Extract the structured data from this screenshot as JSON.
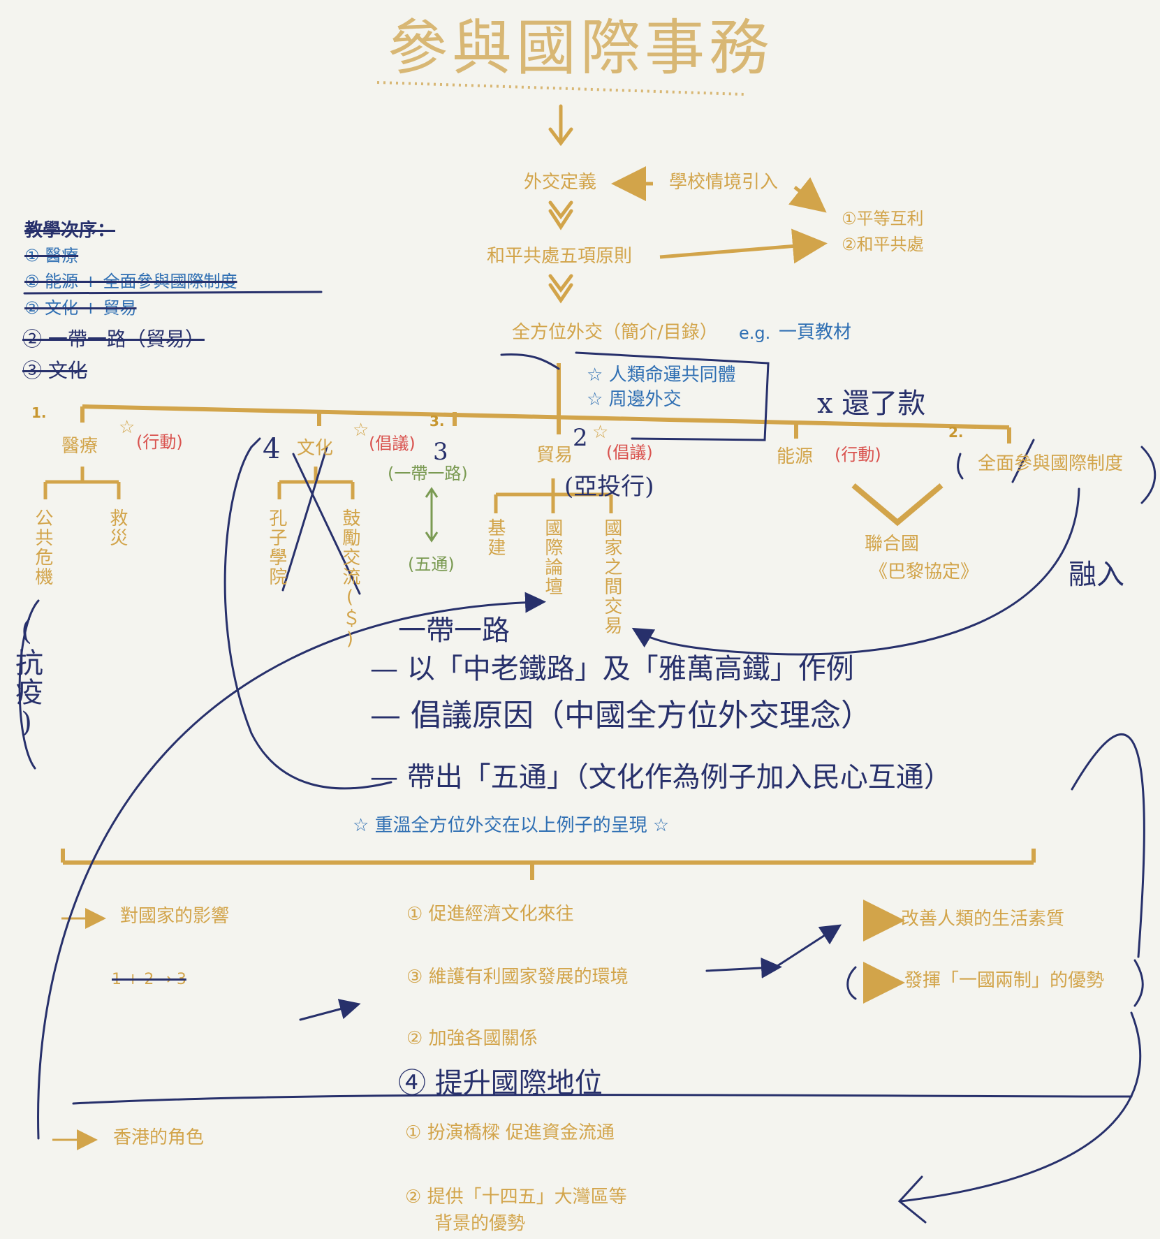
{
  "title": "參與國際事務",
  "nodes": {
    "diplomacy_def": "外交定義",
    "school_context": "學校情境引入",
    "principle_1": "①平等互利",
    "principle_2": "②和平共處",
    "five_principles": "和平共處五項原則",
    "omni_diplomacy": "全方位外交（簡介/目錄）",
    "eg_prefix": "e.g.",
    "eg_note": "一頁教材",
    "star_1": "☆ 人類命運共同體",
    "star_2": "☆ 周邊外交"
  },
  "sequence": {
    "heading": "教學次序：",
    "items": [
      "① 醫療",
      "② 能源 + 全面參與國際制度",
      "② 文化 + 貿易",
      "② 一帶一路（貿易）",
      "③ 文化"
    ]
  },
  "branches": {
    "medical": {
      "num": "1.",
      "label": "醫療",
      "tag": "(行動)",
      "children": [
        "公共危機",
        "救災"
      ],
      "hand": "(抗疫)"
    },
    "culture": {
      "label": "文化",
      "tag": "(倡議)",
      "children": [
        "孔子學院",
        "鼓勵交流(＄)"
      ],
      "hand_num": "4"
    },
    "belt_road": {
      "num": "3.",
      "label": "(一帶一路)",
      "hand_num": "3",
      "sub": "(五通)"
    },
    "trade": {
      "label": "貿易",
      "tag": "(倡議)",
      "hand_num": "2",
      "hand_note": "(亞投行)",
      "children": [
        "基建",
        "國際論壇",
        "國家之間交易"
      ]
    },
    "energy": {
      "label": "能源",
      "tag": "(行動)",
      "items": [
        "聯合國",
        "《巴黎協定》"
      ],
      "hand_note": "x 還了款"
    },
    "intl_system": {
      "num": "2.",
      "label": "全面參與國際制度",
      "hand_note": "融入"
    }
  },
  "handnotes": {
    "belt_title": "一帶一路",
    "line_1": "— 以「中老鐵路」及「雅萬高鐵」作例",
    "line_2": "— 倡議原因（中國全方位外交理念）",
    "line_3": "— 帶出「五通」（文化作為例子加入民心互通）"
  },
  "review": "☆ 重溫全方位外交在以上例子的呈現 ☆",
  "impact": {
    "label": "對國家的影響",
    "order_note": "1 + 2 → 3",
    "points": [
      "① 促進經濟文化來往",
      "③ 維護有利國家發展的環境",
      "② 加強各國關係"
    ],
    "hand_point": "④ 提升國際地位",
    "results": [
      "改善人類的生活素質",
      "發揮「一國兩制」的優勢"
    ]
  },
  "hk": {
    "label": "香港的角色",
    "points": [
      "① 扮演橋樑 促進資金流通",
      "② 提供「十四五」大灣區等",
      "背景的優勢"
    ]
  },
  "colors": {
    "gold": "#d2a44a",
    "ink": "#27306b",
    "blue": "#2f6fb3",
    "red": "#d9534f",
    "green": "#7a9a52"
  },
  "icons": [
    "arrow-down-icon",
    "arrow-left-icon",
    "arrow-right-icon",
    "star-icon",
    "cross-out-icon"
  ]
}
